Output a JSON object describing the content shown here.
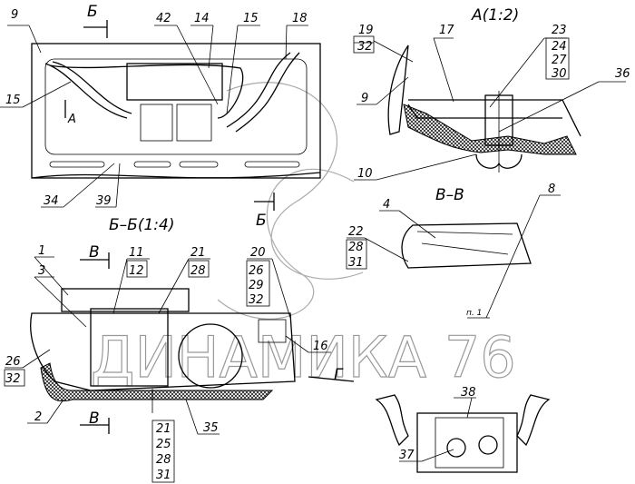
{
  "watermark": "ДИНАМИКА 76",
  "views": {
    "main": {
      "section_mark_top": "Б",
      "section_mark_bottom": "Б",
      "arrow_view": "A"
    },
    "a_detail": {
      "title": "A(1:2)"
    },
    "v_section": {
      "title": "В–В"
    },
    "b_section": {
      "title": "Б–Б(1:4)",
      "section_mark_top": "В",
      "section_mark_bottom": "В",
      "arrow_view": "Г"
    }
  },
  "callouts": {
    "main": [
      "9",
      "42",
      "14",
      "15",
      "18",
      "15",
      "34",
      "39"
    ],
    "a_detail": [
      "19",
      "32",
      "17",
      "23",
      "24",
      "27",
      "30",
      "36",
      "9",
      "10"
    ],
    "v_section": [
      "8",
      "4",
      "22",
      "28",
      "31",
      "п. 1"
    ],
    "b_section": [
      "1",
      "3",
      "11",
      "12",
      "21",
      "28",
      "20",
      "26",
      "29",
      "32",
      "16",
      "26",
      "32",
      "2",
      "21",
      "25",
      "28",
      "31",
      "35"
    ],
    "g_view": [
      "38",
      "37"
    ]
  }
}
